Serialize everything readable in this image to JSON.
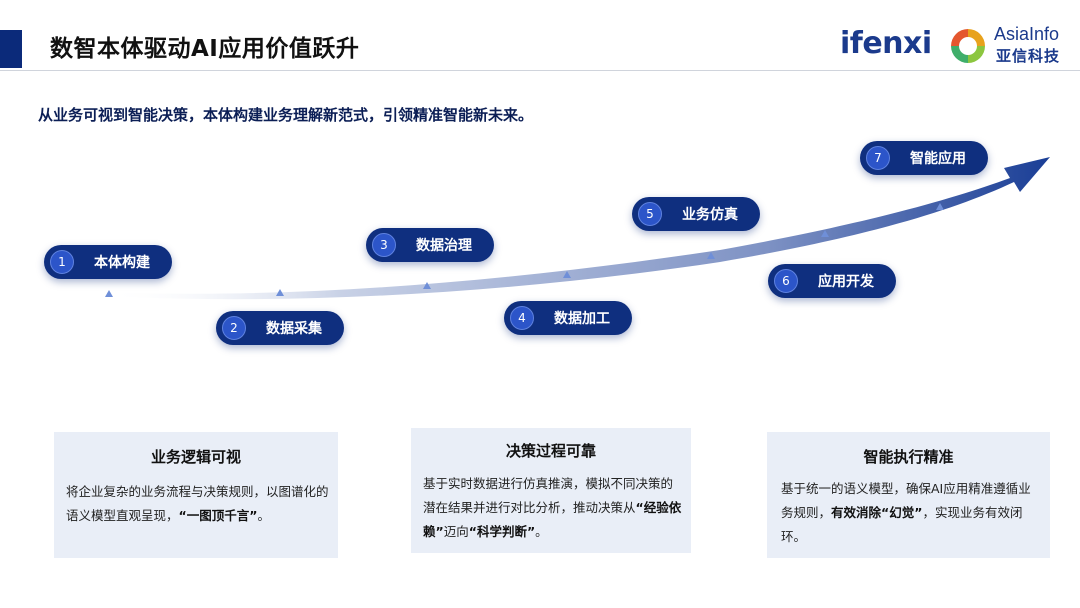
{
  "header": {
    "title": "数智本体驱动AI应用价值跃升",
    "logo_left": "ifenxi",
    "logo_right_name": "AsiaInfo",
    "logo_right_cn": "亚信科技"
  },
  "subtitle": "从业务可视到智能决策，本体构建业务理解新范式，引领精准智能新未来。",
  "steps": [
    {
      "num": "1",
      "label": "本体构建"
    },
    {
      "num": "2",
      "label": "数据采集"
    },
    {
      "num": "3",
      "label": "数据治理"
    },
    {
      "num": "4",
      "label": "数据加工"
    },
    {
      "num": "5",
      "label": "业务仿真"
    },
    {
      "num": "6",
      "label": "应用开发"
    },
    {
      "num": "7",
      "label": "智能应用"
    }
  ],
  "cards": [
    {
      "title": "业务逻辑可视",
      "text_a": "将企业复杂的业务流程与决策规则，以图谱化的语义模型直观呈现，",
      "bold_a": "“一图顶千言”",
      "text_b": "。"
    },
    {
      "title": "决策过程可靠",
      "text_a": "基于实时数据进行仿真推演，模拟不同决策的潜在结果并进行对比分析，推动决策从",
      "bold_a": "“经验依赖”",
      "text_b": "迈向",
      "bold_b": "“科学判断”",
      "text_c": "。"
    },
    {
      "title": "智能执行精准",
      "text_a": "基于统一的语义模型，确保AI应用精准遵循业务规则，",
      "bold_a": "有效消除“幻觉”",
      "text_b": "，实现业务有效闭环。"
    }
  ],
  "colors": {
    "brand_navy": "#0f2f7f",
    "number_circle": "#2c55c9",
    "card_bg": "#e9eef7",
    "header_accent": "#0b2a7a"
  }
}
